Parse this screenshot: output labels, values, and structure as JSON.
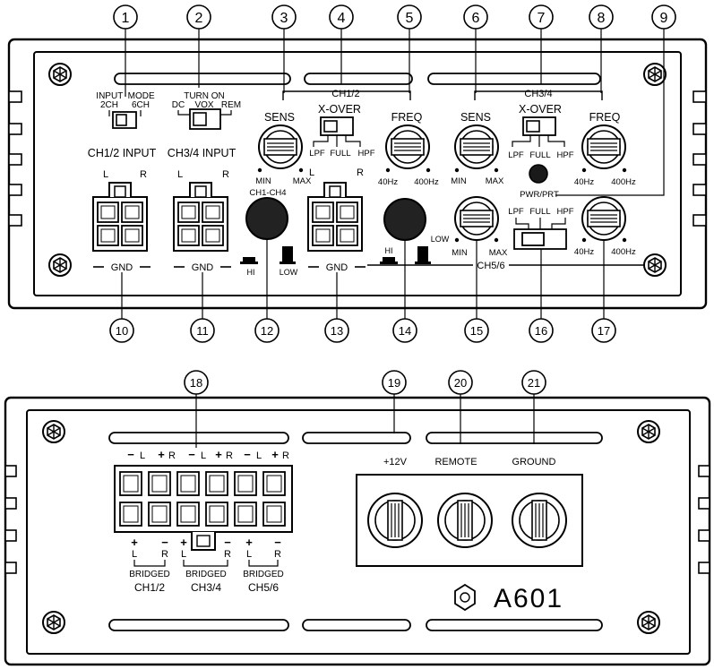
{
  "callouts": [
    "1",
    "2",
    "3",
    "4",
    "5",
    "6",
    "7",
    "8",
    "9",
    "10",
    "11",
    "12",
    "13",
    "14",
    "15",
    "16",
    "17",
    "18",
    "19",
    "20",
    "21"
  ],
  "top_panel": {
    "input_mode": {
      "title": "INPUT  MODE",
      "opt_a": "2CH",
      "opt_b": "6CH"
    },
    "turn_on": {
      "title": "TURN ON",
      "opt_a": "DC",
      "opt_b": "VOX",
      "opt_c": "REM"
    },
    "ch12_input": "CH1/2 INPUT",
    "ch34_input": "CH3/4 INPUT",
    "lr": {
      "left": "L",
      "right": "R"
    },
    "gnd": "GND",
    "ch12_group": {
      "title": "CH1/2",
      "sens": "SENS",
      "xover": "X-OVER",
      "freq": "FREQ",
      "lpf": "LPF",
      "full": "FULL",
      "hpf": "HPF",
      "min": "MIN",
      "max": "MAX",
      "f_low": "40Hz",
      "f_high": "400Hz"
    },
    "ch34_group": {
      "title": "CH3/4",
      "sens": "SENS",
      "xover": "X-OVER",
      "freq": "FREQ",
      "lpf": "LPF",
      "full": "FULL",
      "hpf": "HPF",
      "min": "MIN",
      "max": "MAX",
      "f_low": "40Hz",
      "f_high": "400Hz"
    },
    "pwr_prt": "PWR/PRT",
    "ch1_ch4": "CH1-CH4",
    "hi": "HI",
    "low": "LOW",
    "ch56_group": {
      "title": "CH5/6",
      "lpf": "LPF",
      "full": "FULL",
      "hpf": "HPF",
      "min": "MIN",
      "max": "MAX",
      "f_low": "40Hz",
      "f_high": "400Hz"
    }
  },
  "bottom_panel": {
    "plus12v": "+12V",
    "remote": "REMOTE",
    "ground": "GROUND",
    "minus": "−",
    "plus": "+",
    "l": "L",
    "r": "R",
    "bridged": "BRIDGED",
    "ch12": "CH1/2",
    "ch34": "CH3/4",
    "ch56": "CH5/6",
    "model": "A601"
  }
}
